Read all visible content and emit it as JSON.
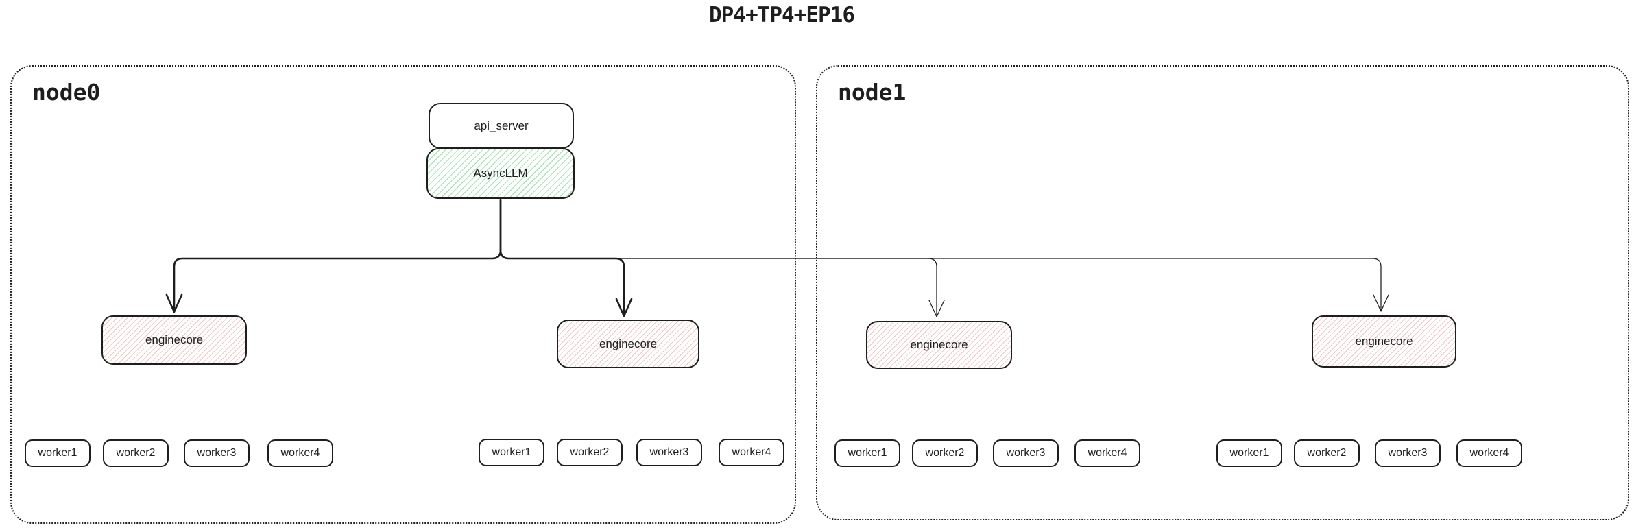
{
  "title": "DP4+TP4+EP16",
  "colors": {
    "stroke": "#1e1e1e",
    "hatch-green": "#a9e5b5",
    "hatch-red": "#f4c6c6"
  },
  "api_server": {
    "label": "api_server"
  },
  "async_llm": {
    "label": "AsyncLLM"
  },
  "nodes": [
    {
      "label": "node0",
      "enginecores": [
        {
          "label": "enginecore"
        },
        {
          "label": "enginecore"
        }
      ],
      "worker_groups": [
        [
          "worker1",
          "worker2",
          "worker3",
          "worker4"
        ],
        [
          "worker1",
          "worker2",
          "worker3",
          "worker4"
        ]
      ]
    },
    {
      "label": "node1",
      "enginecores": [
        {
          "label": "enginecore"
        },
        {
          "label": "enginecore"
        }
      ],
      "worker_groups": [
        [
          "worker1",
          "worker2",
          "worker3",
          "worker4"
        ],
        [
          "worker1",
          "worker2",
          "worker3",
          "worker4"
        ]
      ]
    }
  ]
}
